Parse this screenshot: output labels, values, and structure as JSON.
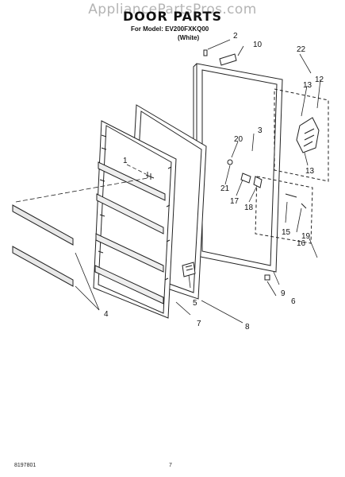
{
  "header": {
    "watermark": "AppliancePartsPros.com",
    "title": "DOOR PARTS",
    "model_line": "For Model: EV200FXKQ00",
    "color_line": "(White)"
  },
  "callouts": [
    "1",
    "2",
    "3",
    "4",
    "5",
    "6",
    "7",
    "8",
    "9",
    "10",
    "12",
    "13",
    "13",
    "15",
    "16",
    "17",
    "18",
    "19",
    "20",
    "21",
    "22"
  ],
  "footer": {
    "doc_number": "8197801",
    "page_number": "7"
  }
}
